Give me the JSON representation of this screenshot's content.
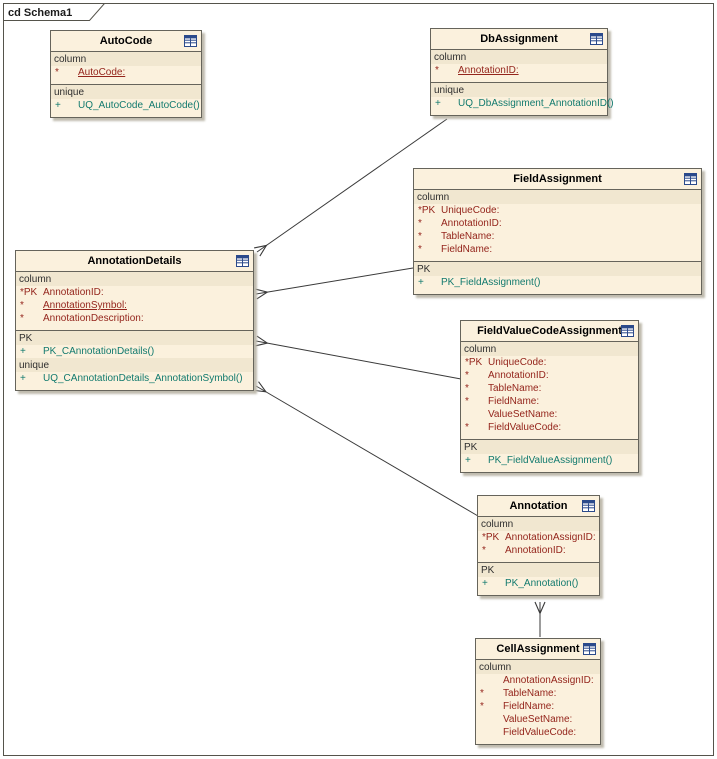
{
  "frame": {
    "label": "cd Schema1"
  },
  "colors": {
    "attribute_text": "#94251C",
    "operation_text": "#127A6E",
    "box_fill": "#FBF1DD",
    "box_border": "#66645B",
    "connector": "#3A3A3A"
  },
  "entities": {
    "autocode": {
      "title": "AutoCode",
      "compartments": [
        {
          "items": [
            {
              "kind": "label",
              "text": "column"
            },
            {
              "kind": "attr",
              "prefix": "*",
              "text": "AutoCode:",
              "underline": true
            }
          ]
        },
        {
          "items": [
            {
              "kind": "label",
              "text": "unique"
            },
            {
              "kind": "op",
              "prefix": "+",
              "text": "UQ_AutoCode_AutoCode()"
            }
          ]
        }
      ]
    },
    "dbassignment": {
      "title": "DbAssignment",
      "compartments": [
        {
          "items": [
            {
              "kind": "label",
              "text": "column"
            },
            {
              "kind": "attr",
              "prefix": "*",
              "text": "AnnotationID:",
              "underline": true
            }
          ]
        },
        {
          "items": [
            {
              "kind": "label",
              "text": "unique"
            },
            {
              "kind": "op",
              "prefix": "+",
              "text": "UQ_DbAssignment_AnnotationID()"
            }
          ]
        }
      ]
    },
    "fieldassignment": {
      "title": "FieldAssignment",
      "compartments": [
        {
          "items": [
            {
              "kind": "label",
              "text": "column"
            },
            {
              "kind": "attr",
              "prefix": "*PK",
              "text": "UniqueCode:"
            },
            {
              "kind": "attr",
              "prefix": "*",
              "text": "AnnotationID:"
            },
            {
              "kind": "attr",
              "prefix": "*",
              "text": "TableName:"
            },
            {
              "kind": "attr",
              "prefix": "*",
              "text": "FieldName:"
            }
          ]
        },
        {
          "items": [
            {
              "kind": "label",
              "text": "PK"
            },
            {
              "kind": "op",
              "prefix": "+",
              "text": "PK_FieldAssignment()"
            }
          ]
        }
      ]
    },
    "annotationdetails": {
      "title": "AnnotationDetails",
      "compartments": [
        {
          "items": [
            {
              "kind": "label",
              "text": "column"
            },
            {
              "kind": "attr",
              "prefix": "*PK",
              "text": "AnnotationID:"
            },
            {
              "kind": "attr",
              "prefix": "*",
              "text": "AnnotationSymbol:",
              "underline": true
            },
            {
              "kind": "attr",
              "prefix": "*",
              "text": "AnnotationDescription:"
            }
          ]
        },
        {
          "items": [
            {
              "kind": "label",
              "text": "PK"
            },
            {
              "kind": "op",
              "prefix": "+",
              "text": "PK_CAnnotationDetails()"
            },
            {
              "kind": "label",
              "text": "unique"
            },
            {
              "kind": "op",
              "prefix": "+",
              "text": "UQ_CAnnotationDetails_AnnotationSymbol()"
            }
          ]
        }
      ]
    },
    "fieldvaluecodeassignment": {
      "title": "FieldValueCodeAssignment",
      "compartments": [
        {
          "items": [
            {
              "kind": "label",
              "text": "column"
            },
            {
              "kind": "attr",
              "prefix": "*PK",
              "text": "UniqueCode:"
            },
            {
              "kind": "attr",
              "prefix": "*",
              "text": "AnnotationID:"
            },
            {
              "kind": "attr",
              "prefix": "*",
              "text": "TableName:"
            },
            {
              "kind": "attr",
              "prefix": "*",
              "text": "FieldName:"
            },
            {
              "kind": "attr",
              "prefix": "",
              "text": "ValueSetName:"
            },
            {
              "kind": "attr",
              "prefix": "*",
              "text": "FieldValueCode:"
            }
          ]
        },
        {
          "items": [
            {
              "kind": "label",
              "text": "PK"
            },
            {
              "kind": "op",
              "prefix": "+",
              "text": "PK_FieldValueAssignment()"
            }
          ]
        }
      ]
    },
    "annotation": {
      "title": "Annotation",
      "compartments": [
        {
          "items": [
            {
              "kind": "label",
              "text": "column"
            },
            {
              "kind": "attr",
              "prefix": "*PK",
              "text": "AnnotationAssignID:"
            },
            {
              "kind": "attr",
              "prefix": "*",
              "text": "AnnotationID:"
            }
          ]
        },
        {
          "items": [
            {
              "kind": "label",
              "text": "PK"
            },
            {
              "kind": "op",
              "prefix": "+",
              "text": "PK_Annotation()"
            }
          ]
        }
      ]
    },
    "cellassignment": {
      "title": "CellAssignment",
      "compartments": [
        {
          "items": [
            {
              "kind": "label",
              "text": "column"
            },
            {
              "kind": "attr",
              "prefix": "",
              "text": "AnnotationAssignID:"
            },
            {
              "kind": "attr",
              "prefix": "*",
              "text": "TableName:"
            },
            {
              "kind": "attr",
              "prefix": "*",
              "text": "FieldName:"
            },
            {
              "kind": "attr",
              "prefix": "",
              "text": "ValueSetName:"
            },
            {
              "kind": "attr",
              "prefix": "",
              "text": "FieldValueCode:"
            }
          ]
        }
      ]
    }
  },
  "connectors": [
    {
      "from": "DbAssignment",
      "to": "AnnotationDetails"
    },
    {
      "from": "FieldAssignment",
      "to": "AnnotationDetails"
    },
    {
      "from": "FieldValueCodeAssignment",
      "to": "AnnotationDetails"
    },
    {
      "from": "Annotation",
      "to": "AnnotationDetails"
    },
    {
      "from": "CellAssignment",
      "to": "Annotation"
    }
  ]
}
